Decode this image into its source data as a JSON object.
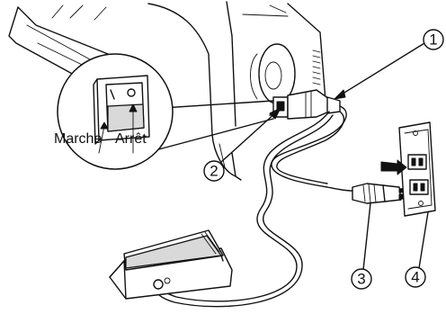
{
  "figure": {
    "switch_label_on": "Marche",
    "switch_label_off": "Arrêt",
    "callouts": [
      {
        "number": "1",
        "refers_to": "power-cord-connector"
      },
      {
        "number": "2",
        "refers_to": "power-switch"
      },
      {
        "number": "3",
        "refers_to": "power-plug"
      },
      {
        "number": "4",
        "refers_to": "wall-outlet"
      }
    ]
  }
}
